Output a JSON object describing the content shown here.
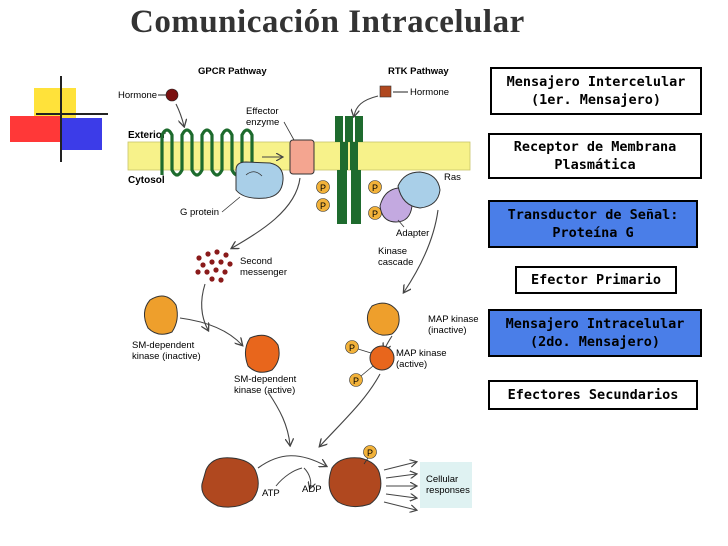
{
  "title": "Comunicación Intracelular",
  "diagram": {
    "pathways": {
      "gpcr": "GPCR Pathway",
      "rtk": "RTK Pathway"
    },
    "regions": {
      "exterior": "Exterior",
      "cytosol": "Cytosol"
    },
    "labels": {
      "hormone_left": "Hormone",
      "hormone_right": "Hormone",
      "effector_line1": "Effector",
      "effector_line2": "enzyme",
      "g_protein": "G protein",
      "ras": "Ras",
      "adapter": "Adapter",
      "kinase_cascade_line1": "Kinase",
      "kinase_cascade_line2": "cascade",
      "second_messenger_line1": "Second",
      "second_messenger_line2": "messenger",
      "sm_inactive_line1": "SM-dependent",
      "sm_inactive_line2": "kinase (inactive)",
      "sm_active_line1": "SM-dependent",
      "sm_active_line2": "kinase (active)",
      "map_inactive_line1": "MAP kinase",
      "map_inactive_line2": "(inactive)",
      "map_active_line1": "MAP kinase",
      "map_active_line2": "(active)",
      "atp": "ATP",
      "adp": "ADP",
      "cellular_line1": "Cellular",
      "cellular_line2": "responses",
      "phosphate": "P"
    }
  },
  "legend": [
    {
      "line1": "Mensajero Intercelular",
      "line2": "(1er. Mensajero)",
      "border": "#000000",
      "fill": "#ffffff"
    },
    {
      "line1": "Receptor de Membrana",
      "line2": "Plasmática",
      "border": "#000000",
      "fill": "#ffffff"
    },
    {
      "line1": "Transductor de Señal:",
      "line2": "Proteína G",
      "border": "#000000",
      "fill": "#4a7ee8"
    },
    {
      "line1": "Efector Primario",
      "line2": "",
      "border": "#000000",
      "fill": "#ffffff"
    },
    {
      "line1": "Mensajero Intracelular",
      "line2": "(2do. Mensajero)",
      "border": "#000000",
      "fill": "#4a7ee8"
    },
    {
      "line1": "Efectores Secundarios",
      "line2": "",
      "border": "#000000",
      "fill": "#ffffff"
    }
  ],
  "colors": {
    "membrane": "#f7f28a",
    "receptor_green": "#1e6b2e",
    "effector_pink": "#f4a590",
    "g_protein_blue": "#a9cfe8",
    "adapter_purple": "#c3a9e0",
    "phosphate_orange": "#f2b23a",
    "kinase_orange": "#ee9f2c",
    "kinase_active": "#e8661c",
    "effector_brown": "#b0481f",
    "messenger_dots": "#8a1a1a",
    "legend_blue": "#4a7ee8"
  }
}
